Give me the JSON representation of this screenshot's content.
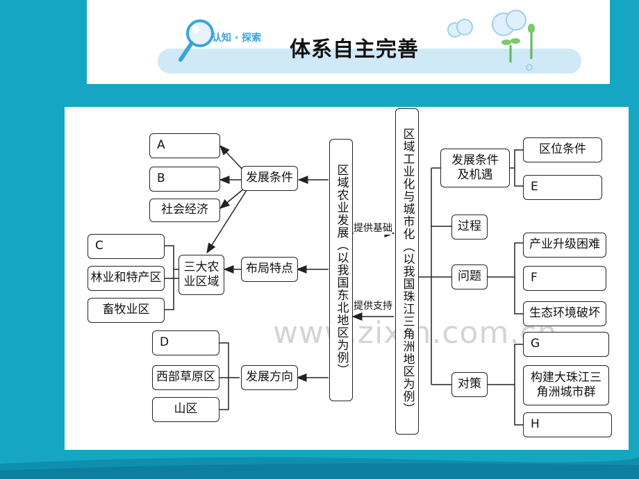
{
  "banner": {
    "label": "认知 · 探索",
    "title": "体系自主完善"
  },
  "watermark": "www.zixin.com.cn",
  "diagram": {
    "agri_center": "区域农业发展（以我国东北地区为例）",
    "ind_center": "区域工业化与城市化（以我国珠江三角洲地区为例）",
    "link_top": "提供基础",
    "link_bottom": "提供支持",
    "agri": {
      "dev_conditions": "发展条件",
      "a": "A",
      "b": "B",
      "social_economy": "社会经济",
      "layout": "布局特点",
      "three_zones": "三大农业区域",
      "c": "C",
      "forest_zone": "林业和特产区",
      "livestock_zone": "畜牧业区",
      "direction": "发展方向",
      "d": "D",
      "west_grassland": "西部草原区",
      "mountain": "山区"
    },
    "ind": {
      "conditions": "发展条件及机遇",
      "location": "区位条件",
      "e": "E",
      "process": "过程",
      "problems": "问题",
      "upgrade": "产业升级困难",
      "f": "F",
      "eco": "生态环境破坏",
      "measures": "对策",
      "g": "G",
      "city_group": "构建大珠江三角洲城市群",
      "h": "H"
    }
  }
}
